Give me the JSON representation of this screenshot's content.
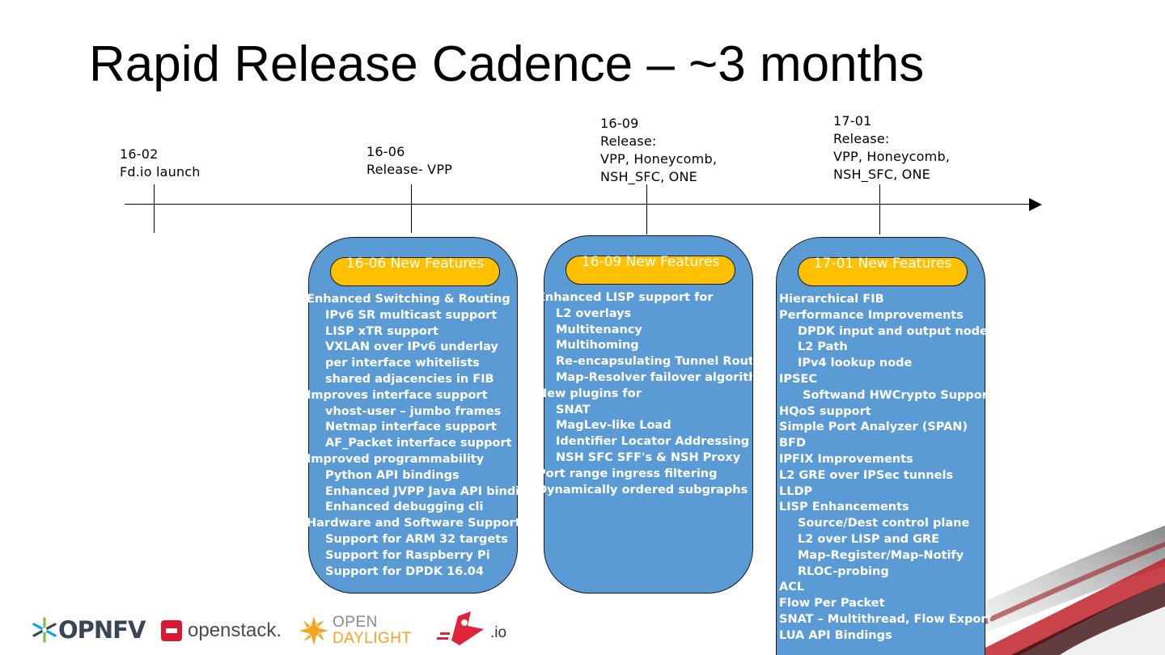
{
  "slide": {
    "title": "Rapid Release Cadence – ~3 months"
  },
  "milestones": [
    {
      "lines": [
        "16-02",
        "Fd.io launch"
      ]
    },
    {
      "lines": [
        "16-06",
        "Release- VPP"
      ]
    },
    {
      "lines": [
        "16-09",
        "Release:",
        "VPP, Honeycomb,",
        "NSH_SFC, ONE"
      ]
    },
    {
      "lines": [
        "17-01",
        "Release:",
        "VPP, Honeycomb,",
        "NSH_SFC, ONE"
      ]
    }
  ],
  "panels": [
    {
      "header": "16-06 New Features",
      "features": [
        {
          "text": "Enhanced Switching & Routing",
          "level": 0
        },
        {
          "text": "IPv6 SR multicast support",
          "level": 1
        },
        {
          "text": "LISP xTR support",
          "level": 1
        },
        {
          "text": "VXLAN over IPv6 underlay",
          "level": 1
        },
        {
          "text": "per interface whitelists",
          "level": 1
        },
        {
          "text": "shared adjacencies in FIB",
          "level": 1
        },
        {
          "text": "Improves interface support",
          "level": 0
        },
        {
          "text": "vhost-user – jumbo frames",
          "level": 1
        },
        {
          "text": "Netmap interface support",
          "level": 1
        },
        {
          "text": "AF_Packet interface support",
          "level": 1
        },
        {
          "text": "Improved programmability",
          "level": 0
        },
        {
          "text": "Python API bindings",
          "level": 1
        },
        {
          "text": "Enhanced JVPP Java API bindings",
          "level": 1
        },
        {
          "text": "Enhanced debugging cli",
          "level": 1
        },
        {
          "text": "Hardware and Software Support",
          "level": 0
        },
        {
          "text": "Support for ARM 32 targets",
          "level": 1
        },
        {
          "text": "Support for Raspberry Pi",
          "level": 1
        },
        {
          "text": "Support for DPDK 16.04",
          "level": 1
        }
      ]
    },
    {
      "header": "16-09 New Features",
      "features": [
        {
          "text": "Enhanced LISP support for",
          "level": 0
        },
        {
          "text": "L2 overlays",
          "level": 1
        },
        {
          "text": "Multitenancy",
          "level": 1
        },
        {
          "text": "Multihoming",
          "level": 1
        },
        {
          "text": "Re-encapsulating Tunnel Routers (RTR) support",
          "level": 1
        },
        {
          "text": "Map-Resolver failover algorithm",
          "level": 1
        },
        {
          "text": "New plugins for",
          "level": 0
        },
        {
          "text": "SNAT",
          "level": 1
        },
        {
          "text": "MagLev-like Load",
          "level": 1
        },
        {
          "text": "Identifier Locator Addressing",
          "level": 1
        },
        {
          "text": "NSH SFC SFF's & NSH Proxy",
          "level": 1
        },
        {
          "text": "Port range ingress filtering",
          "level": 0
        },
        {
          "text": "Dynamically ordered subgraphs",
          "level": 0
        }
      ]
    },
    {
      "header": "17-01 New Features",
      "features": [
        {
          "text": "Hierarchical FIB",
          "level": 0
        },
        {
          "text": "Performance Improvements",
          "level": 0
        },
        {
          "text": "DPDK input and output nodes",
          "level": 1
        },
        {
          "text": "L2 Path",
          "level": 1
        },
        {
          "text": "IPv4 lookup node",
          "level": 1
        },
        {
          "text": "IPSEC",
          "level": 0
        },
        {
          "text": "Softwand HWCrypto Support",
          "level": 2
        },
        {
          "text": "HQoS support",
          "level": 0
        },
        {
          "text": "Simple Port Analyzer (SPAN)",
          "level": 0
        },
        {
          "text": "BFD",
          "level": 0
        },
        {
          "text": "IPFIX Improvements",
          "level": 0
        },
        {
          "text": "L2 GRE over IPSec tunnels",
          "level": 0
        },
        {
          "text": "LLDP",
          "level": 0
        },
        {
          "text": "LISP Enhancements",
          "level": 0
        },
        {
          "text": "Source/Dest control plane",
          "level": 1
        },
        {
          "text": "L2 over LISP and GRE",
          "level": 1
        },
        {
          "text": "Map-Register/Map-Notify",
          "level": 1
        },
        {
          "text": "RLOC-probing",
          "level": 1
        },
        {
          "text": "ACL",
          "level": 0
        },
        {
          "text": "Flow Per Packet",
          "level": 0
        },
        {
          "text": "SNAT – Multithread, Flow Export",
          "level": 0
        },
        {
          "text": "LUA API Bindings",
          "level": 0
        }
      ]
    }
  ],
  "logos": {
    "opnfv": "OPNFV",
    "openstack": "openstack.",
    "opendaylight_top": "OPEN",
    "opendaylight_bottom": "DAYLIGHT",
    "fdio": ".io"
  },
  "colors": {
    "panel": "#5b9bd5",
    "pill": "#ffc000",
    "decor_red": "#c0222a"
  }
}
